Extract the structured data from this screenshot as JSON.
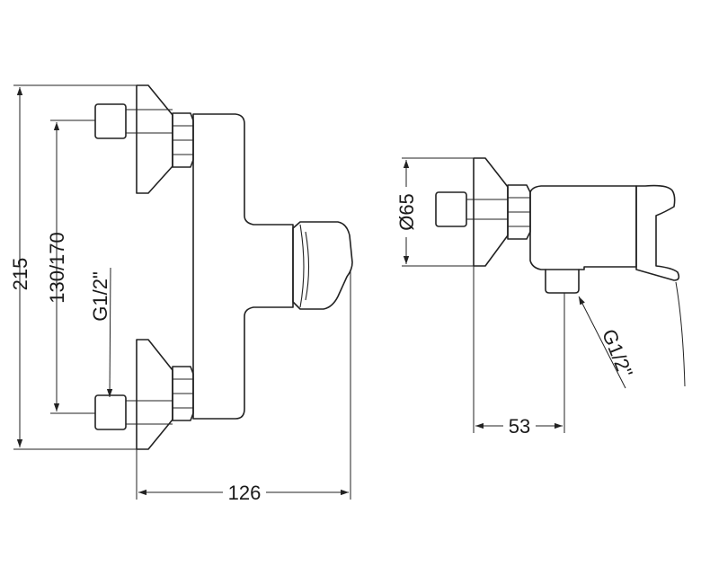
{
  "drawing": {
    "front_view": {
      "dim_overall_height": "215",
      "dim_inlet_spacing": "130/170",
      "dim_inlet_thread": "G1/2\"",
      "dim_width": "126"
    },
    "side_view": {
      "dim_diameter": "Ø65",
      "dim_outlet_thread": "G1/2\"",
      "dim_depth": "53"
    }
  }
}
